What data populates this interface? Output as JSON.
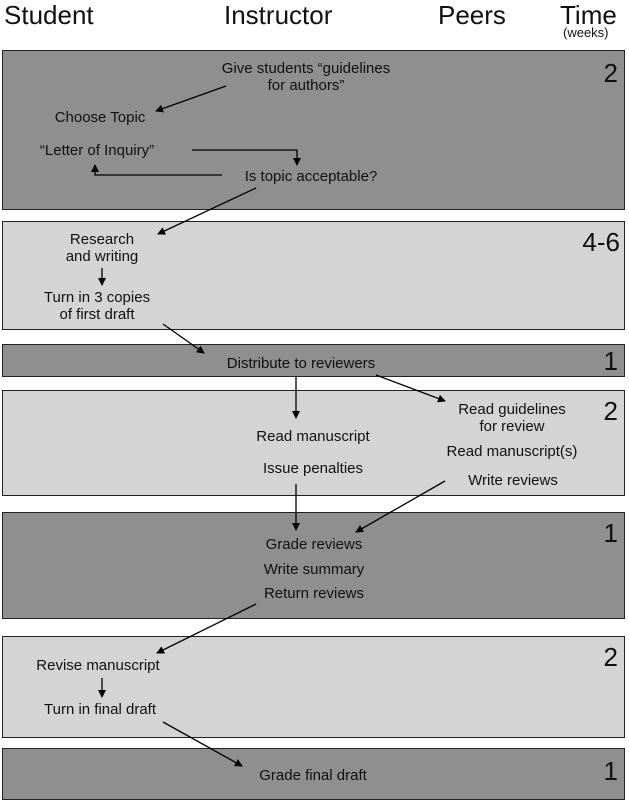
{
  "header": {
    "student": "Student",
    "instructor": "Instructor",
    "peers": "Peers",
    "time": "Time",
    "time_unit": "(weeks)"
  },
  "bands": [
    {
      "weeks": "2"
    },
    {
      "weeks": "4-6"
    },
    {
      "weeks": "1"
    },
    {
      "weeks": "2"
    },
    {
      "weeks": "1"
    },
    {
      "weeks": "2"
    },
    {
      "weeks": "1"
    }
  ],
  "nodes": {
    "give_guidelines_1": "Give students “guidelines",
    "give_guidelines_2": "for authors”",
    "choose_topic": "Choose Topic",
    "letter_of_inquiry": "“Letter of Inquiry”",
    "topic_acceptable": "Is topic acceptable?",
    "research_1": "Research",
    "research_2": "and writing",
    "turn_in_1": "Turn in 3 copies",
    "turn_in_2": "of first draft",
    "distribute": "Distribute to reviewers",
    "read_guidelines_1": "Read guidelines",
    "read_guidelines_2": "for review",
    "read_manuscript": "Read manuscript",
    "read_manuscripts_peers": "Read manuscript(s)",
    "issue_penalties": "Issue penalties",
    "write_reviews": "Write reviews",
    "grade_reviews": "Grade reviews",
    "write_summary": "Write summary",
    "return_reviews": "Return reviews",
    "revise_manuscript": "Revise manuscript",
    "turn_in_final": "Turn in final draft",
    "grade_final": "Grade final draft"
  }
}
